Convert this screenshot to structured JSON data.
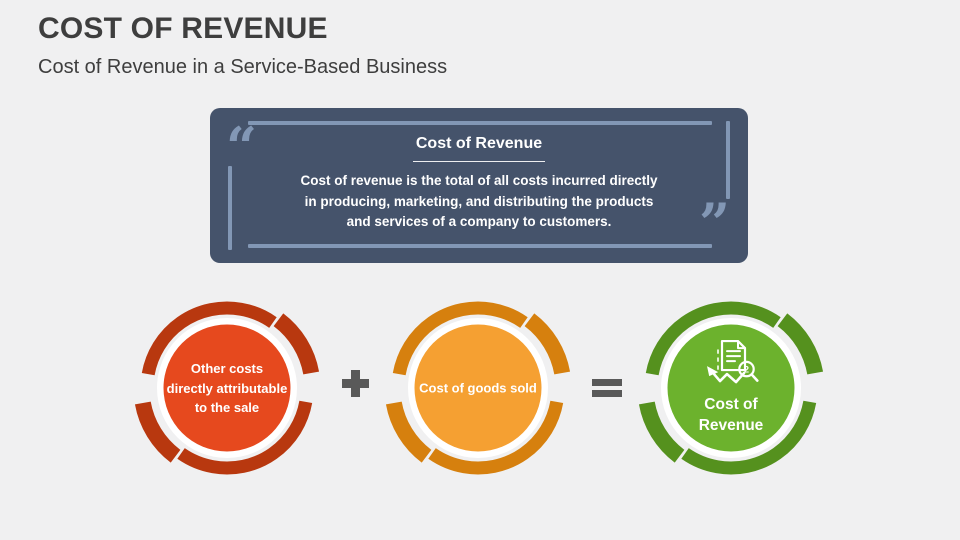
{
  "slide": {
    "title": "COST OF REVENUE",
    "subtitle": "Cost of Revenue in a Service-Based Business"
  },
  "quote_box": {
    "heading": "Cost of Revenue",
    "body": "Cost of revenue is the total of all costs incurred directly in producing, marketing, and distributing the products and services of a company to customers.",
    "open_quote_glyph": "“",
    "close_quote_glyph": "”",
    "bg_color": "#45536B",
    "accent_color": "#8297B5"
  },
  "equation": {
    "operand1": {
      "label": "Other costs directly attributable to the sale",
      "fill_color": "#E6491E",
      "arc_color": "#B8380F"
    },
    "plus_icon": "plus-icon",
    "operand2": {
      "label": "Cost of goods sold",
      "fill_color": "#F5A032",
      "arc_color": "#D6800E"
    },
    "equals_icon": "equals-icon",
    "result": {
      "label": "Cost of Revenue",
      "fill_color": "#6CB22D",
      "arc_color": "#55911E",
      "icon": "invoice-growth-coin-icon"
    }
  },
  "colors": {
    "background": "#F0F0F1",
    "heading_text": "#3E3E3E",
    "operator": "#595959",
    "ring": "#FFFFFF"
  }
}
